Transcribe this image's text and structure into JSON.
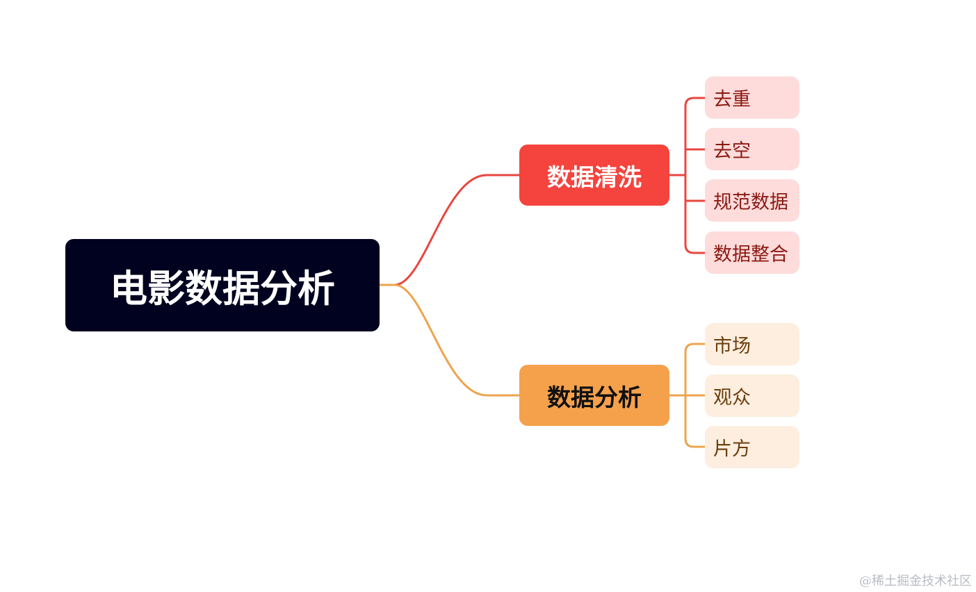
{
  "mindmap": {
    "root": {
      "label": "电影数据分析",
      "bg": "#01021f",
      "color": "#ffffff"
    },
    "branches": [
      {
        "label": "数据清洗",
        "bg": "#f5433d",
        "color": "#ffffff",
        "line": "#e8463f",
        "leaf_bg": "#fddcdb",
        "leaf_color": "#8c1812",
        "children": [
          "去重",
          "去空",
          "规范数据",
          "数据整合"
        ]
      },
      {
        "label": "数据分析",
        "bg": "#f5a14c",
        "color": "#111111",
        "line": "#eda44e",
        "leaf_bg": "#fdeedf",
        "leaf_color": "#6b3d0c",
        "children": [
          "市场",
          "观众",
          "片方"
        ]
      }
    ]
  },
  "watermark": "@稀土掘金技术社区"
}
